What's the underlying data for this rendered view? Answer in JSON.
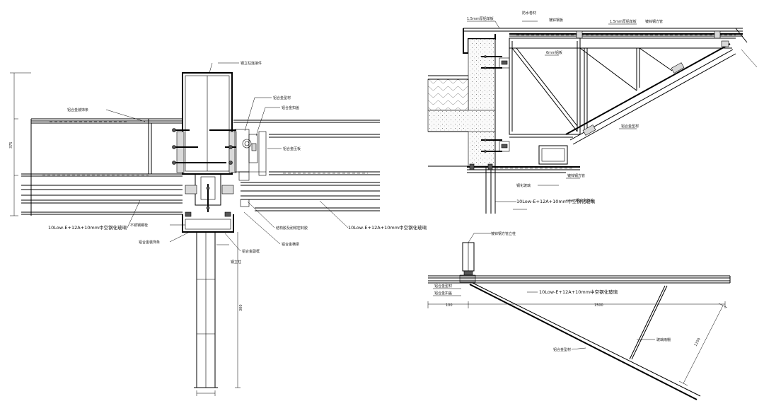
{
  "left_detail": {
    "label_a": "铝合金装饰条",
    "label_b": "钢立柱连接件",
    "label_c": "铝合金型材",
    "label_d": "铝合金扣盖",
    "label_e": "铝合金压板",
    "label_f": "10Low-E+12A+10mm中空钢化玻璃",
    "label_g": "结构胶及耐候密封胶",
    "label_h": "铝合金横梁",
    "label_i": "10Low-E+12A+10mm中空钢化玻璃",
    "label_j": "不锈钢螺栓",
    "label_k": "铝合金装饰条",
    "label_l": "铝合金副框",
    "label_m": "钢立柱",
    "dim_vertical": "375",
    "dim_lower": "300"
  },
  "top_right_detail": {
    "label_a": "1.5mm厚铝单板",
    "label_b": "防水卷材",
    "label_c": "镀锌钢板",
    "label_d": "1.5mm厚铝单板",
    "label_e": "镀锌钢方管",
    "label_f": "6mm铝板",
    "label_g": "铝合金型材",
    "label_h": "镀锌钢方管",
    "label_i": "10Low-E+12A+10mm中空钢化玻璃",
    "label_j": "钢化玻璃",
    "label_k": "铝合金扣盖"
  },
  "bottom_right_detail": {
    "label_a": "镀锌钢方管立柱",
    "label_b": "铝合金型材",
    "label_c": "铝合金扣盖",
    "label_d": "10Low-E+12A+10mm中空钢化玻璃",
    "label_e": "玻璃雨棚",
    "label_f": "铝合金型材",
    "dim_a": "100",
    "dim_b": "1500",
    "dim_c": "1200"
  },
  "colors": {
    "line": "#000000",
    "background": "#ffffff",
    "hatch": "#777777"
  }
}
